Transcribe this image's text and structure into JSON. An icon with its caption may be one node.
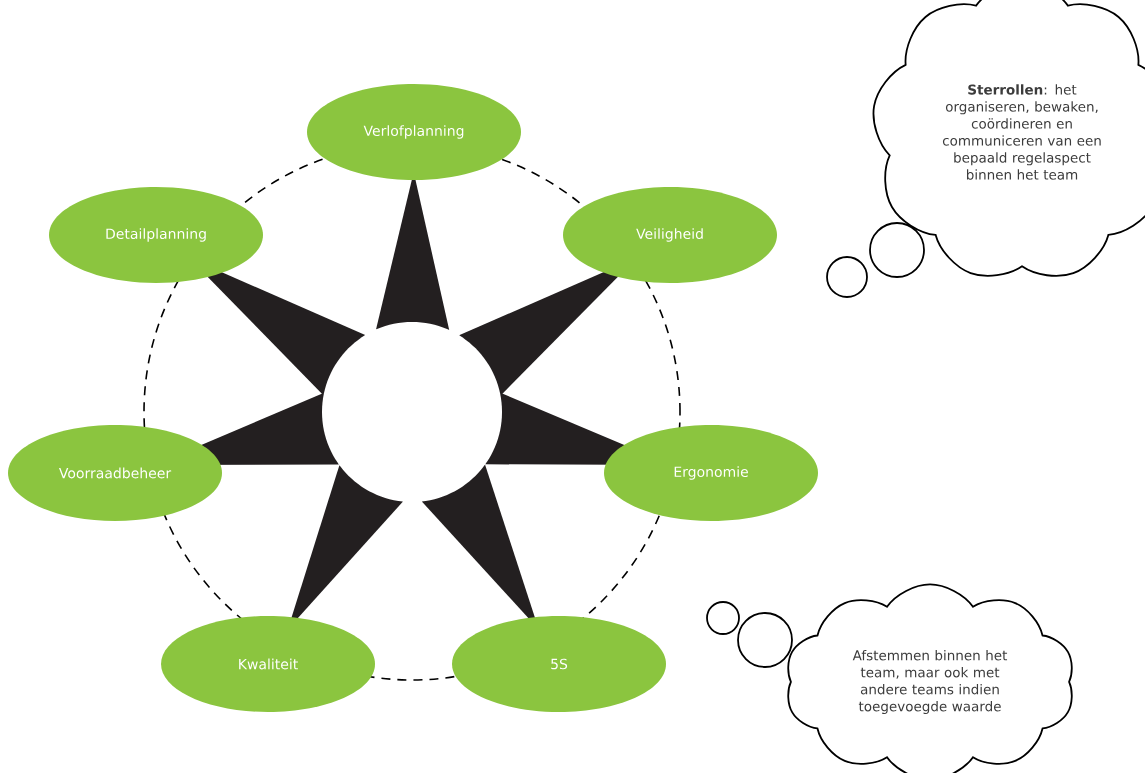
{
  "diagram": {
    "nodes": [
      {
        "text": [
          "Verlofplanning"
        ]
      },
      {
        "text": [
          "Veiligheid"
        ]
      },
      {
        "text": [
          "Ergonomie"
        ]
      },
      {
        "text": [
          "5S"
        ]
      },
      {
        "text": [
          "Kwaliteit"
        ]
      },
      {
        "text": [
          "Voorraadbeheer"
        ]
      },
      {
        "text": [
          "Detailplanning"
        ]
      },
      {
        "text": [
          "**Sterrollen**: het organiseren, bewaken, coördineren en communiceren van een bepaald regelaspect binnen het team"
        ]
      },
      {
        "text": [
          "Afstemmen binnen het team, maar ook met andere teams indien toegevoegde waarde"
        ]
      }
    ]
  }
}
